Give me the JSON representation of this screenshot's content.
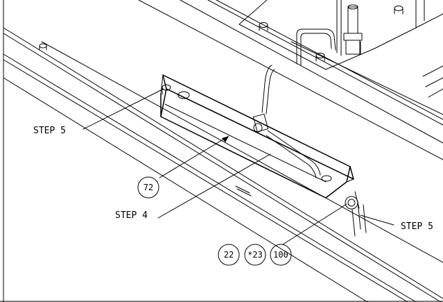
{
  "labels": {
    "step5_left": "STEP 5",
    "step4": "STEP 4",
    "step5_right": "STEP 5"
  },
  "balloons": {
    "b72": "72",
    "b22": "22",
    "b23": "*23",
    "b100": "100"
  }
}
